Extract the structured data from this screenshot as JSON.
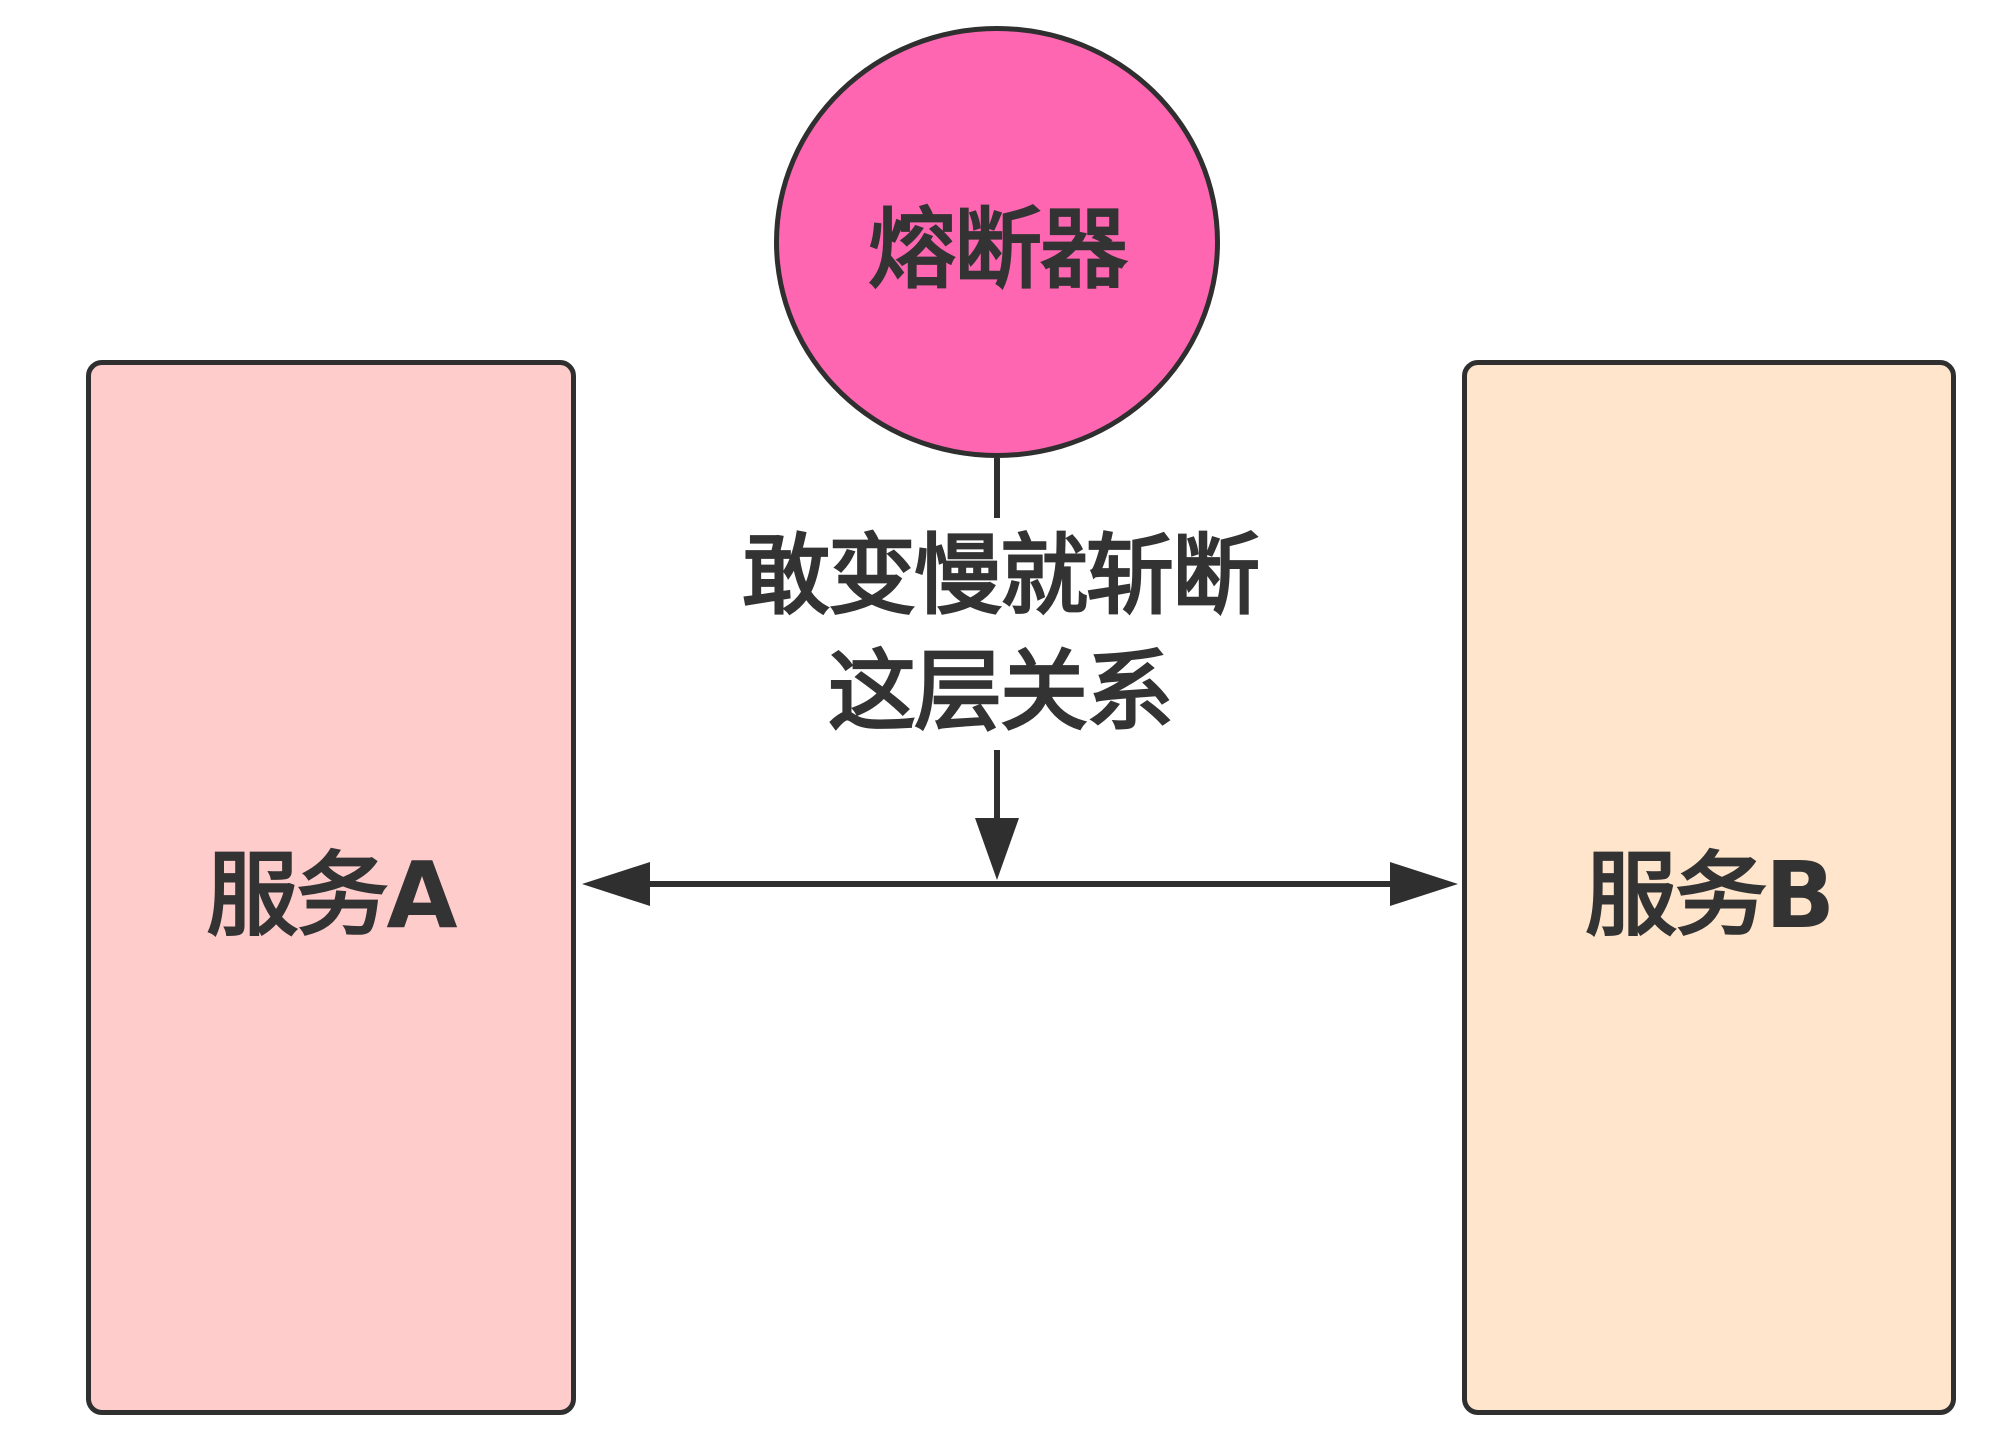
{
  "service_a": {
    "label": "服务A",
    "color": "#ffcccc"
  },
  "service_b": {
    "label": "服务B",
    "color": "#ffe5cc"
  },
  "breaker": {
    "label": "熔断器",
    "color": "#ff66b2"
  },
  "annotation": {
    "line1": "敢变慢就斩断",
    "line2": "这层关系"
  },
  "stroke_color": "#2f2f2f"
}
